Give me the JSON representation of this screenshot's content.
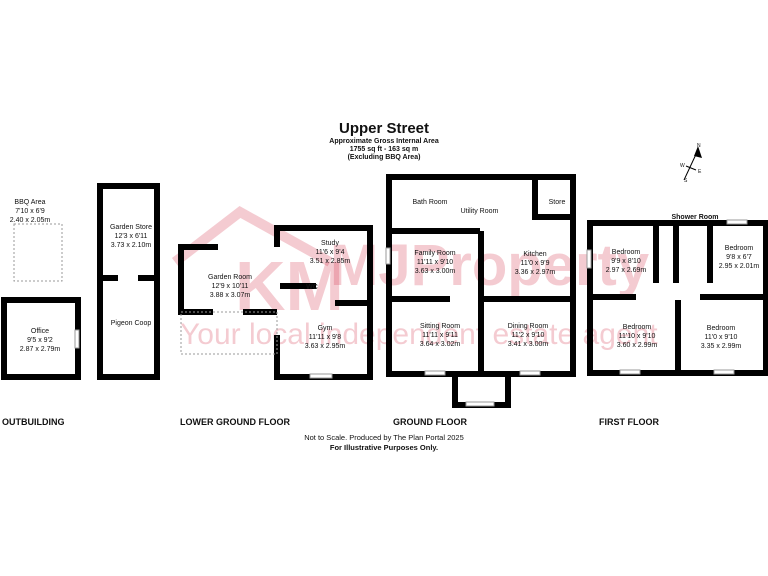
{
  "header": {
    "title": "Upper Street",
    "gia_label": "Approximate Gross Internal Area",
    "gia_value": "1755 sq ft - 163 sq m",
    "gia_note": "(Excluding BBQ Area)"
  },
  "compass": {
    "n": "N",
    "e": "E",
    "s": "S",
    "w": "W"
  },
  "watermark": {
    "brand": "MJProperty",
    "tagline": "Your local independent estate agent"
  },
  "floors": {
    "outbuilding": {
      "label": "OUTBUILDING",
      "rooms": [
        {
          "name": "BBQ Area",
          "imperial": "7'10 x 6'9",
          "metric": "2.40 x 2.05m"
        },
        {
          "name": "Garden Store",
          "imperial": "12'3 x 6'11",
          "metric": "3.73 x 2.10m"
        },
        {
          "name": "Pigeon Coop",
          "imperial": "",
          "metric": ""
        },
        {
          "name": "Office",
          "imperial": "9'5 x 9'2",
          "metric": "2.87 x 2.79m"
        }
      ]
    },
    "lower_ground": {
      "label": "LOWER GROUND FLOOR",
      "rooms": [
        {
          "name": "Study",
          "imperial": "11'6 x 9'4",
          "metric": "3.51 x 2.85m"
        },
        {
          "name": "Garden Room",
          "imperial": "12'9 x 10'11",
          "metric": "3.88 x 3.07m"
        },
        {
          "name": "WC",
          "imperial": "",
          "metric": ""
        },
        {
          "name": "Gym",
          "imperial": "11'11 x 9'8",
          "metric": "3.63 x 2.95m"
        }
      ]
    },
    "ground": {
      "label": "GROUND FLOOR",
      "rooms": [
        {
          "name": "Bath Room",
          "imperial": "",
          "metric": ""
        },
        {
          "name": "Utility Room",
          "imperial": "",
          "metric": ""
        },
        {
          "name": "Store",
          "imperial": "",
          "metric": ""
        },
        {
          "name": "Family Room",
          "imperial": "11'11 x 9'10",
          "metric": "3.63 x 3.00m"
        },
        {
          "name": "Kitchen",
          "imperial": "11'0 x 9'9",
          "metric": "3.36 x 2.97m"
        },
        {
          "name": "Sitting Room",
          "imperial": "11'11 x 9'11",
          "metric": "3.64 x 3.02m"
        },
        {
          "name": "Dining Room",
          "imperial": "11'2 x 9'10",
          "metric": "3.41 x 3.00m"
        }
      ]
    },
    "first": {
      "label": "FIRST FLOOR",
      "rooms": [
        {
          "name": "Shower Room",
          "imperial": "",
          "metric": ""
        },
        {
          "name": "Bedroom",
          "imperial": "9'9 x 8'10",
          "metric": "2.97 x 2.69m"
        },
        {
          "name": "Bedroom",
          "imperial": "9'8 x 6'7",
          "metric": "2.95 x 2.01m"
        },
        {
          "name": "Bedroom",
          "imperial": "11'10 x 9'10",
          "metric": "3.60 x 2.99m"
        },
        {
          "name": "Bedroom",
          "imperial": "11'0 x 9'10",
          "metric": "3.35 x 2.99m"
        }
      ]
    }
  },
  "footer": {
    "line1": "Not to Scale. Produced by The Plan Portal 2025",
    "line2": "For Illustrative Purposes Only."
  }
}
